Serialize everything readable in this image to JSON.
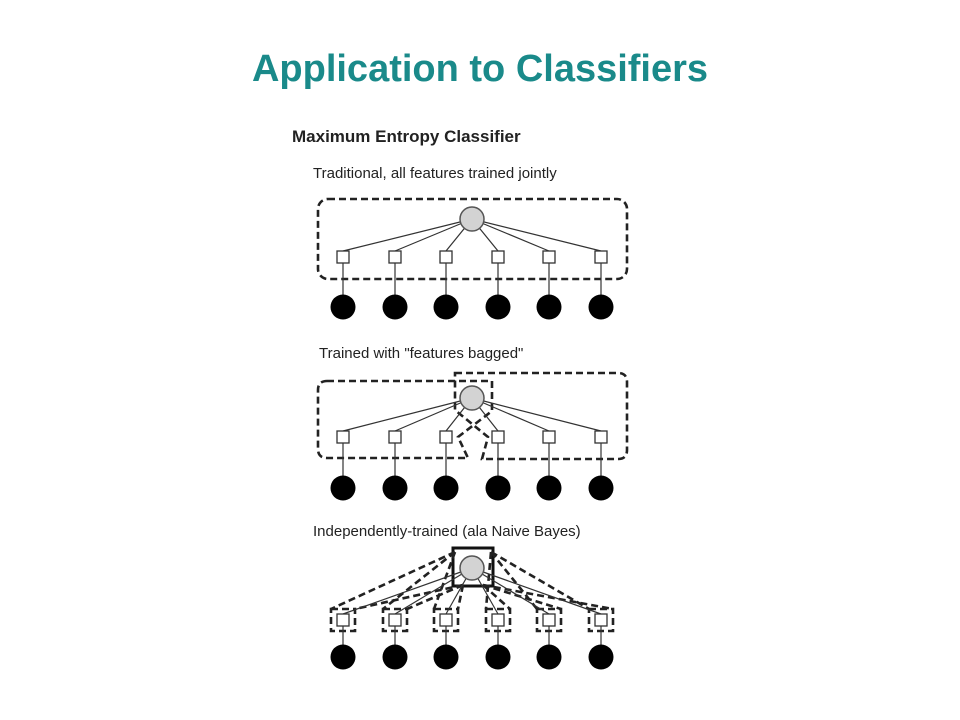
{
  "slide": {
    "title": "Application to Classifiers"
  },
  "figure": {
    "heading": "Maximum Entropy Classifier",
    "panels": [
      {
        "caption": "Traditional, all features trained jointly"
      },
      {
        "caption": "Trained with \"features bagged\""
      },
      {
        "caption": "Independently-trained (ala Naive Bayes)"
      }
    ]
  }
}
